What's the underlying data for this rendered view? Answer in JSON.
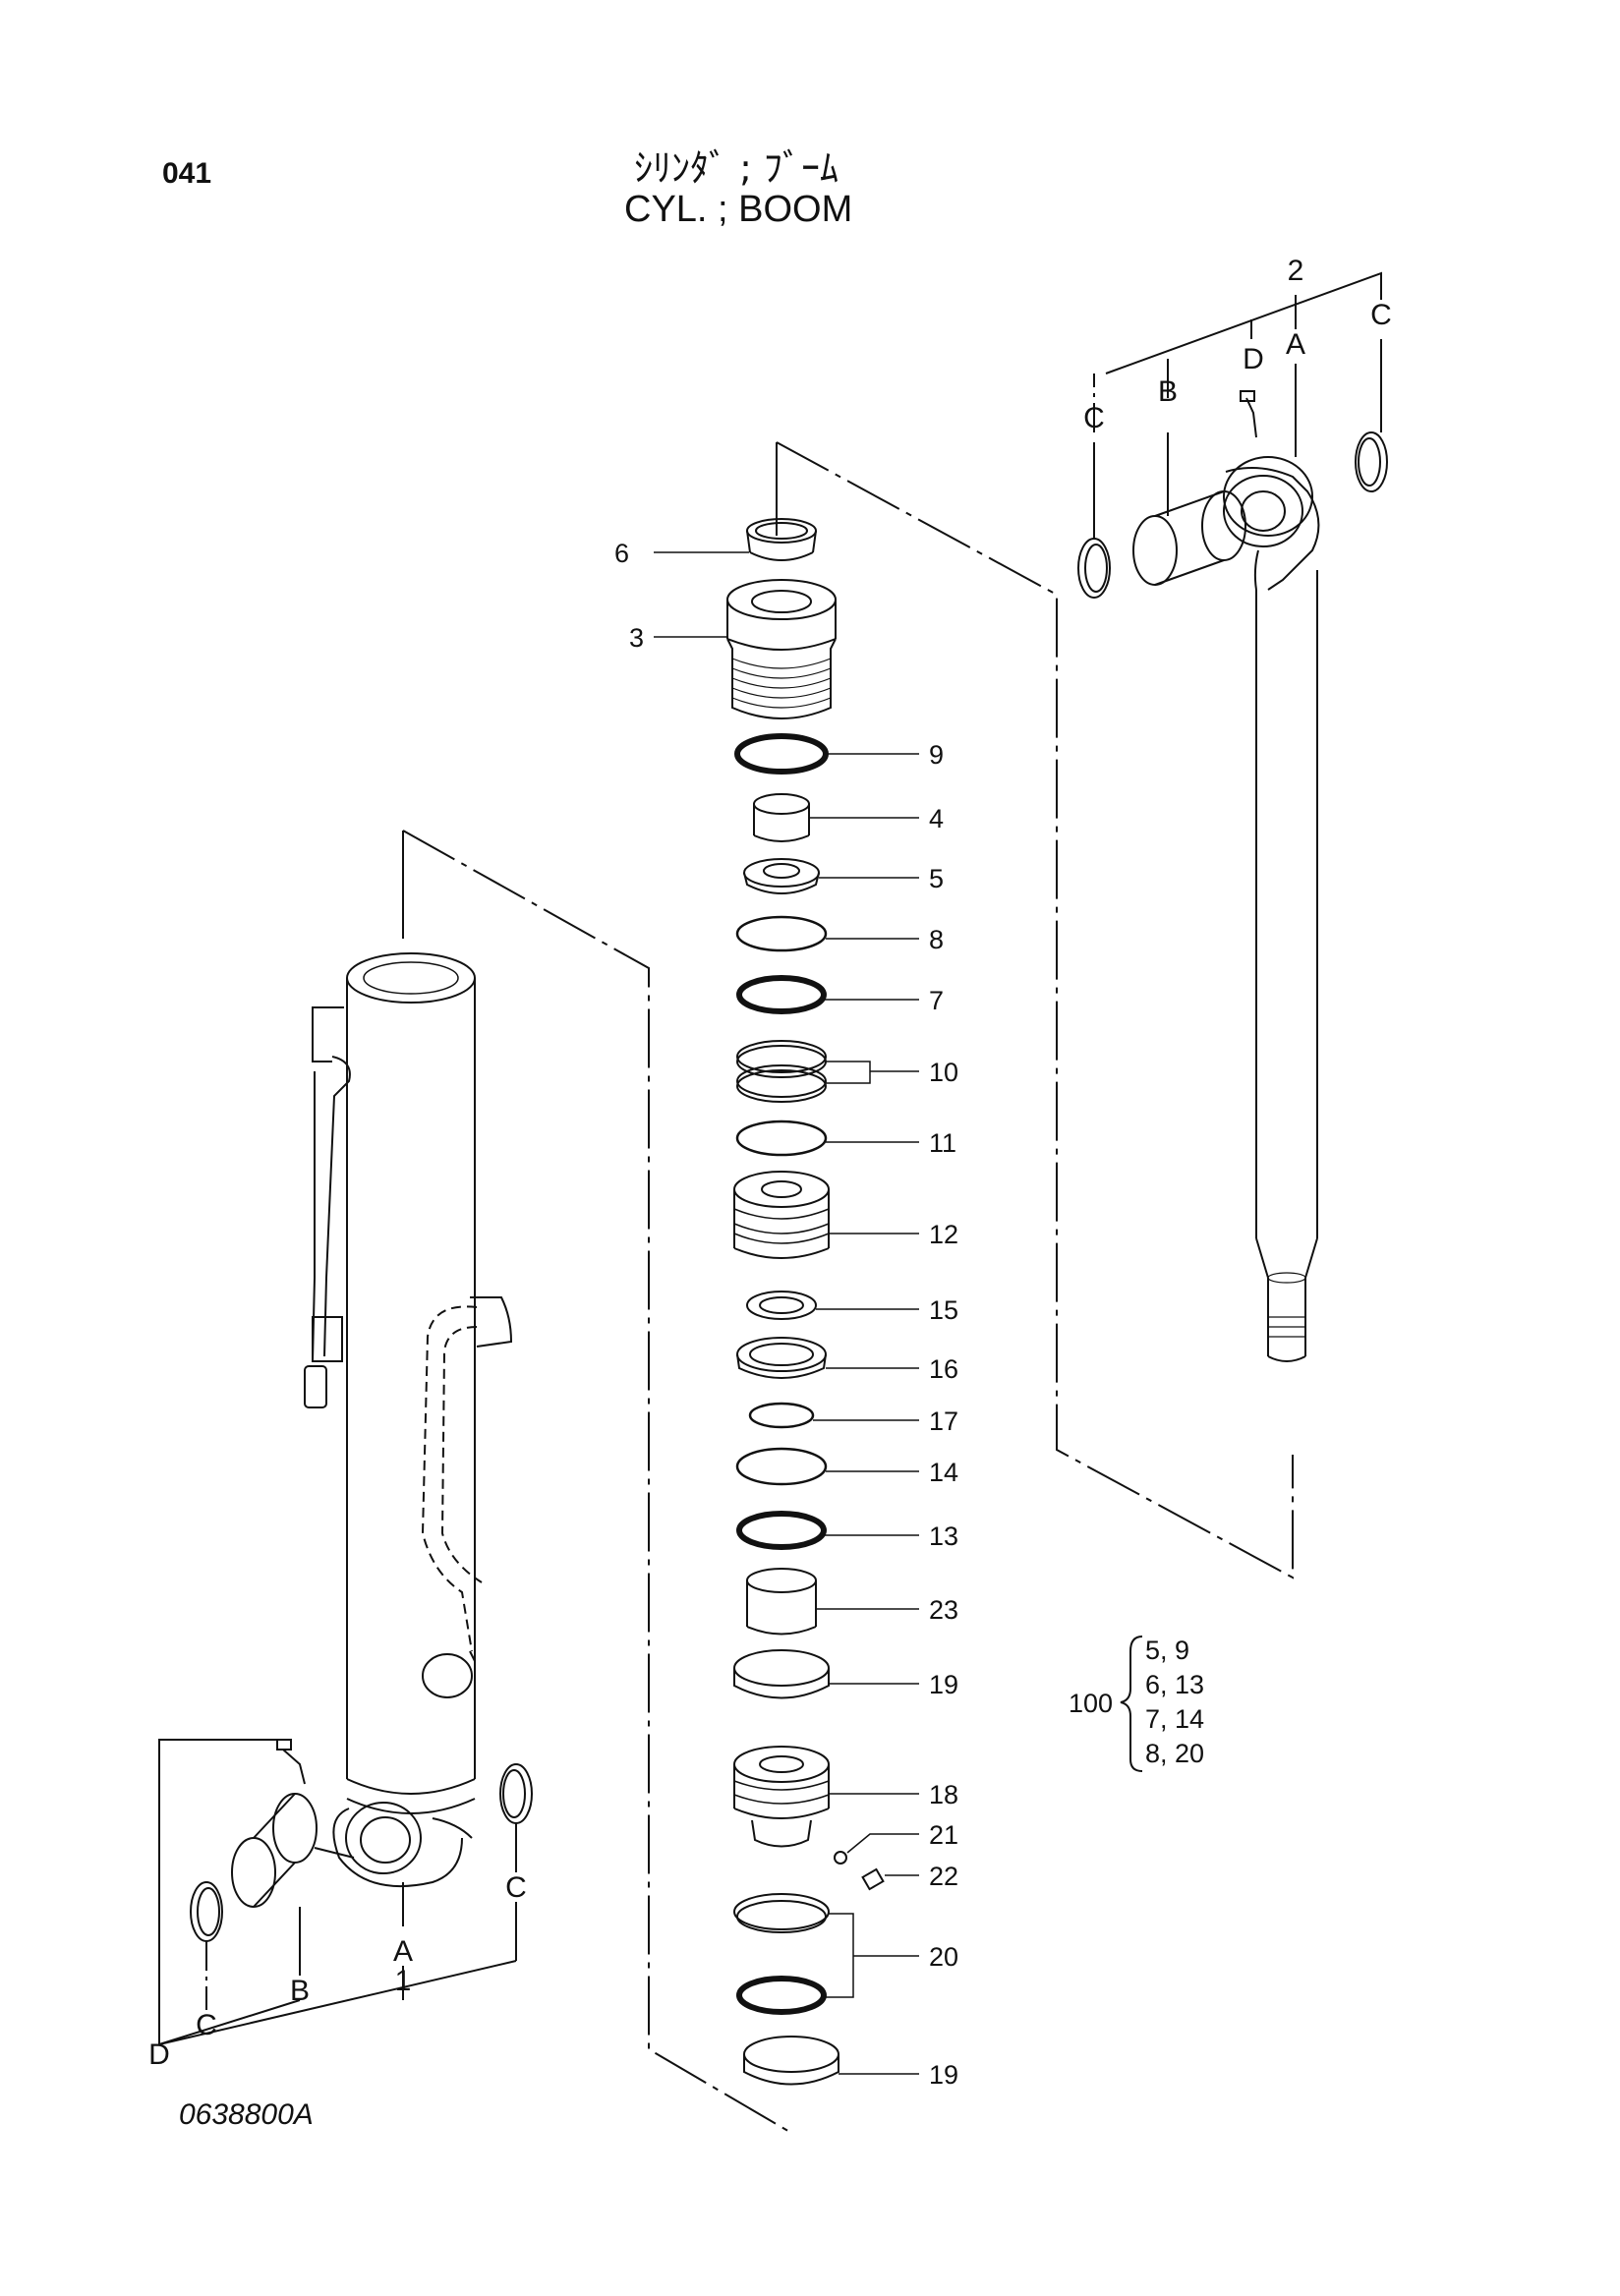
{
  "header": {
    "page_code": "041",
    "title_jp": "ｼﾘﾝﾀﾞ ; ﾌﾞｰﾑ",
    "title_en": "CYL. ; BOOM"
  },
  "drawing_no": "0638800A",
  "center_parts": [
    {
      "label": "6"
    },
    {
      "label": "3"
    },
    {
      "label": "9"
    },
    {
      "label": "4"
    },
    {
      "label": "5"
    },
    {
      "label": "8"
    },
    {
      "label": "7"
    },
    {
      "label": "10"
    },
    {
      "label": "11"
    },
    {
      "label": "12"
    },
    {
      "label": "15"
    },
    {
      "label": "16"
    },
    {
      "label": "17"
    },
    {
      "label": "14"
    },
    {
      "label": "13"
    },
    {
      "label": "23"
    },
    {
      "label": "19"
    },
    {
      "label": "18"
    },
    {
      "label": "21"
    },
    {
      "label": "22"
    },
    {
      "label": "20"
    },
    {
      "label": "19"
    }
  ],
  "rod_labels": {
    "assembly": "2",
    "a": "A",
    "b": "B",
    "c_left": "C",
    "c_right": "C",
    "d": "D"
  },
  "tube_labels": {
    "assembly": "1",
    "a": "A",
    "b": "B",
    "c_left": "C",
    "c_right": "C",
    "d": "D"
  },
  "kit": {
    "number": "100",
    "entries": [
      "5,  9",
      "6, 13",
      "7, 14",
      "8, 20"
    ]
  }
}
